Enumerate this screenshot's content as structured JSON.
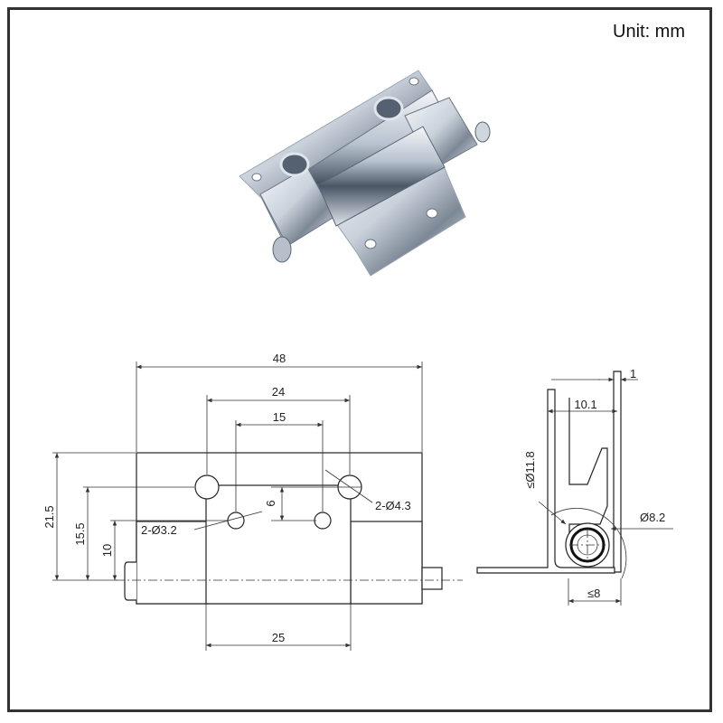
{
  "header": {
    "unit_label": "Unit: mm"
  },
  "front_view": {
    "dim_overall_width": "48",
    "dim_hole_span_outer": "24",
    "dim_hole_span_inner": "15",
    "dim_bottom_width": "25",
    "dim_height_total": "21.5",
    "dim_height_mid": "15.5",
    "dim_height_low": "10",
    "dim_hole_offset": "6",
    "label_small_holes": "2-Ø3.2",
    "label_large_holes": "2-Ø4.3"
  },
  "side_view": {
    "dim_thickness": "1",
    "dim_leg_width": "10.1",
    "dim_radius_clear": "≤Ø11.8",
    "dim_pin_diameter": "Ø8.2",
    "dim_bottom_clear": "≤8"
  },
  "colors": {
    "line": "#222222",
    "frame": "#333333",
    "metal_light": "#e9edf2",
    "metal_dark": "#4a5666"
  }
}
